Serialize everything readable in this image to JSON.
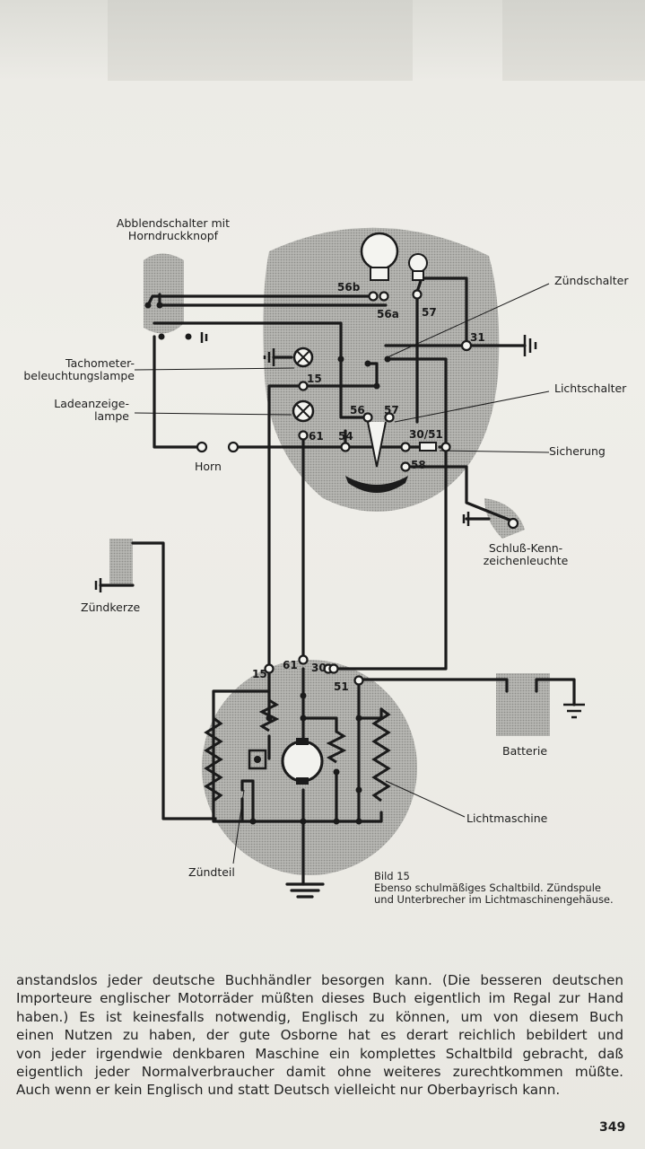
{
  "labels": {
    "abblend": [
      "Abblendschalter mit",
      "Horndruckknopf"
    ],
    "tacho": [
      "Tachometer-",
      "beleuchtungslampe"
    ],
    "lade": [
      "Ladeanzeige-",
      "lampe"
    ],
    "horn": "Horn",
    "zuendschalter": "Zündschalter",
    "lichtschalter": "Lichtschalter",
    "sicherung": "Sicherung",
    "schluss": [
      "Schluß-Kenn-",
      "zeichenleuchte"
    ],
    "zuendkerze": "Zündkerze",
    "batterie": "Batterie",
    "lichtmaschine": "Lichtmaschine",
    "zuendteil": "Zündteil"
  },
  "terminals": {
    "t56b": "56b",
    "t56a": "56a",
    "t57top": "57",
    "t31": "31",
    "t15": "15",
    "t56": "56",
    "t57": "57",
    "t61": "61",
    "t54": "54",
    "t3051": "30/51",
    "t58": "58",
    "g15": "15",
    "g61": "61",
    "g30": "30",
    "g51": "51"
  },
  "caption": {
    "title": "Bild 15",
    "lines": [
      "Ebenso schulmäßiges Schaltbild. Zündspule",
      "und Unterbrecher im Lichtmaschinengehäuse."
    ]
  },
  "body_lines": [
    "anstandslos jeder deutsche Buchhändler besorgen kann. (Die besseren deutschen",
    "Importeure englischer Motorräder müßten dieses Buch eigentlich im Regal zur Hand",
    "haben.) Es ist keinesfalls notwendig, Englisch zu können, um von diesem Buch",
    "einen Nutzen zu haben, der gute Osborne hat es derart reichlich bebildert und",
    "von jeder irgendwie denkbaren Maschine ein komplettes Schaltbild gebracht, daß",
    "eigentlich jeder Normalverbraucher damit ohne weiteres zurechtkommen müßte.",
    "Auch wenn er kein Englisch und statt Deutsch vielleicht nur Oberbayrisch kann."
  ],
  "page_number": "349",
  "colors": {
    "shade": "#a9a9a6",
    "ink": "#1b1b1b"
  }
}
